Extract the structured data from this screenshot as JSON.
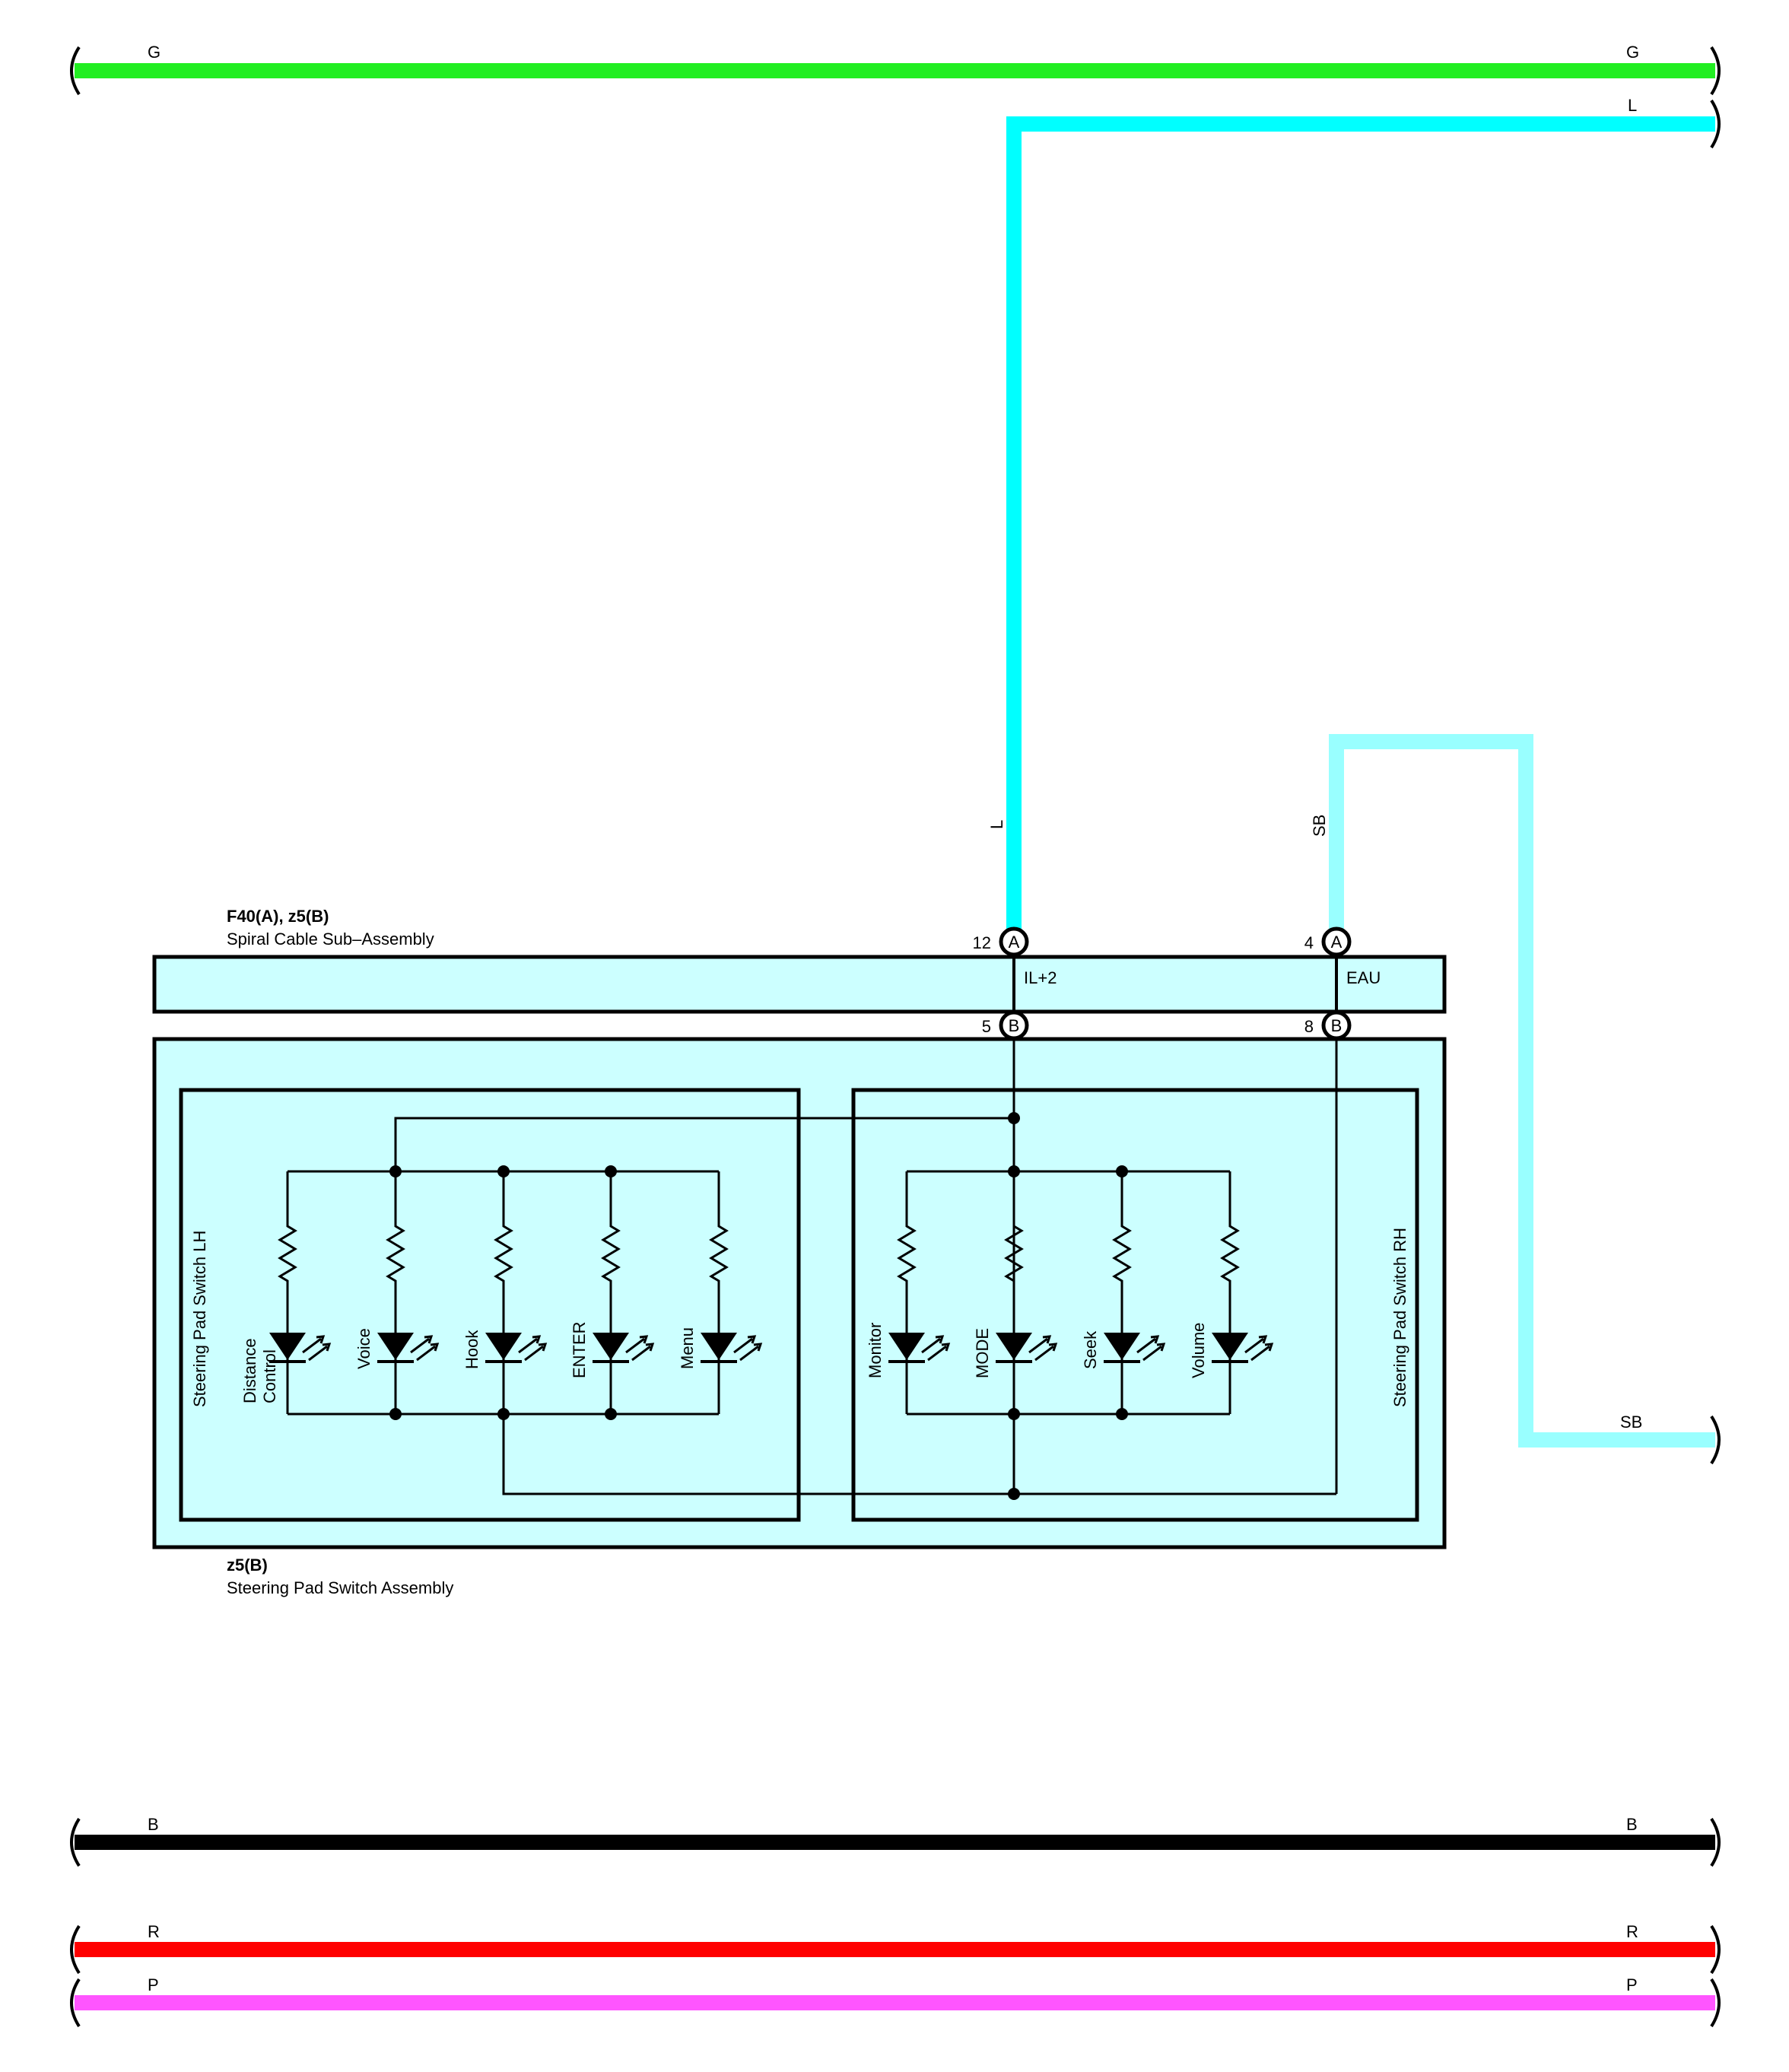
{
  "wires": {
    "g": {
      "color_label": "G",
      "color": "#22ee22"
    },
    "l": {
      "color_label": "L",
      "color": "#00ffff"
    },
    "sb": {
      "color_label": "SB",
      "color": "#99ffff"
    },
    "b": {
      "color_label": "B",
      "color": "#000000"
    },
    "r": {
      "color_label": "R",
      "color": "#ff0000"
    },
    "p": {
      "color_label": "P",
      "color": "#ff55ff"
    }
  },
  "spiral_cable": {
    "connector": "F40(A), z5(B)",
    "name": "Spiral Cable Sub–Assembly",
    "fill": "#ccffff",
    "terminals": {
      "a12": {
        "pin": "12",
        "letter": "A"
      },
      "a4": {
        "pin": "4",
        "letter": "A"
      },
      "b5": {
        "pin": "5",
        "letter": "B"
      },
      "b8": {
        "pin": "8",
        "letter": "B"
      }
    },
    "signals": {
      "il2": "IL+2",
      "eau": "EAU"
    }
  },
  "switch_assembly": {
    "connector": "z5(B)",
    "name": "Steering Pad Switch Assembly",
    "lh": {
      "label": "Steering Pad Switch LH",
      "switches": [
        "Distance Control",
        "Voice",
        "Hook",
        "ENTER",
        "Menu"
      ]
    },
    "rh": {
      "label": "Steering Pad Switch RH",
      "switches": [
        "Monitor",
        "MODE",
        "Seek",
        "Volume"
      ]
    }
  }
}
